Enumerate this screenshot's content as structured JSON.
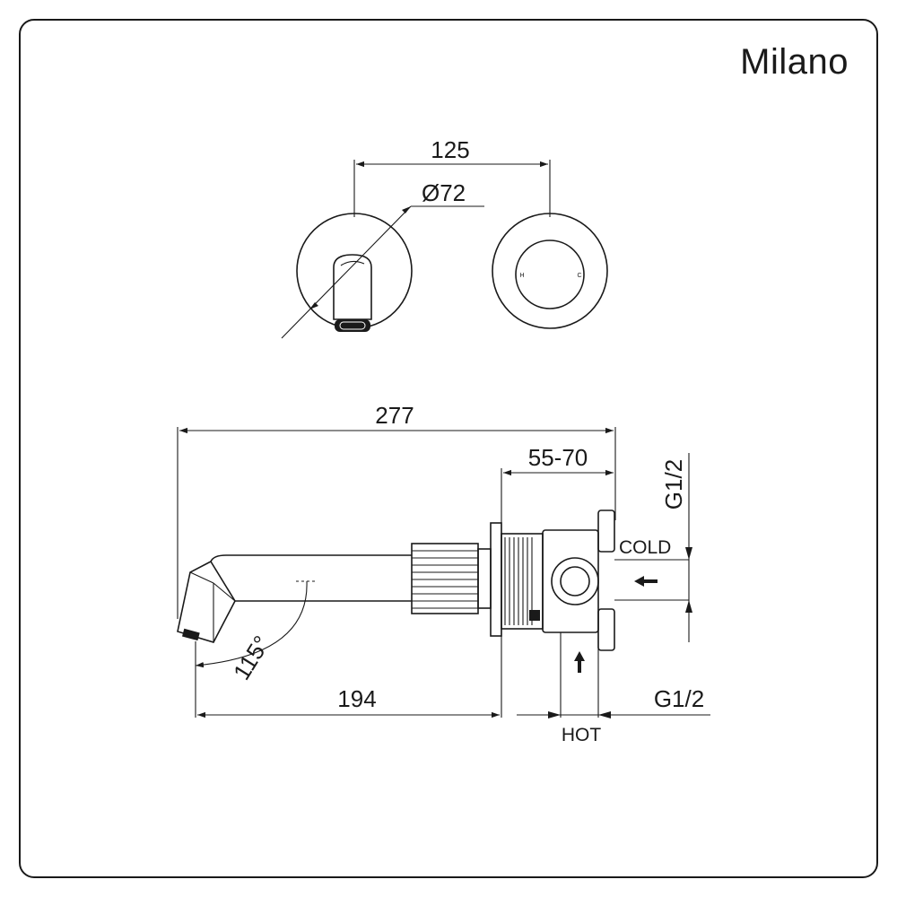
{
  "brand": {
    "name": "Milano"
  },
  "front_view": {
    "spacing": "125",
    "diameter": "Ø72",
    "handle_hot": "H",
    "handle_cold": "C"
  },
  "side_view": {
    "total_length": "277",
    "wall_depth": "55-70",
    "spout_reach": "194",
    "spout_angle": "115°",
    "cold_label": "COLD",
    "hot_label": "HOT",
    "cold_thread": "G1/2",
    "hot_thread": "G1/2"
  }
}
